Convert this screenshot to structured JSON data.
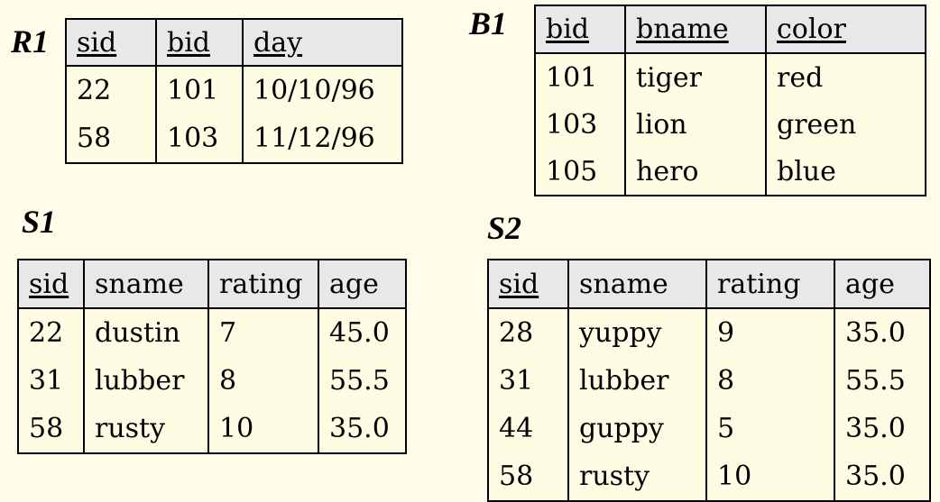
{
  "tables": {
    "r1": {
      "name": "R1",
      "headers": [
        "sid",
        "bid",
        "day"
      ],
      "keys": [
        true,
        true,
        true
      ],
      "rows": [
        [
          "22",
          "101",
          "10/10/96"
        ],
        [
          "58",
          "103",
          "11/12/96"
        ]
      ]
    },
    "b1": {
      "name": "B1",
      "headers": [
        "bid",
        "bname",
        "color"
      ],
      "keys": [
        true,
        true,
        true
      ],
      "rows": [
        [
          "101",
          "tiger",
          "red"
        ],
        [
          "103",
          "lion",
          "green"
        ],
        [
          "105",
          "hero",
          "blue"
        ]
      ]
    },
    "s1": {
      "name": "S1",
      "headers": [
        "sid",
        "sname",
        "rating",
        "age"
      ],
      "keys": [
        true,
        false,
        false,
        false
      ],
      "rows": [
        [
          "22",
          "dustin",
          "7",
          "45.0"
        ],
        [
          "31",
          "lubber",
          "8",
          "55.5"
        ],
        [
          "58",
          "rusty",
          "10",
          "35.0"
        ]
      ]
    },
    "s2": {
      "name": "S2",
      "headers": [
        "sid",
        "sname",
        "rating",
        "age"
      ],
      "keys": [
        true,
        false,
        false,
        false
      ],
      "rows": [
        [
          "28",
          "yuppy",
          "9",
          "35.0"
        ],
        [
          "31",
          "lubber",
          "8",
          "55.5"
        ],
        [
          "44",
          "guppy",
          "5",
          "35.0"
        ],
        [
          "58",
          "rusty",
          "10",
          "35.0"
        ]
      ]
    }
  },
  "colors": {
    "background": "#fffcea",
    "header_fill": "#e8e8e8",
    "border": "#000000"
  }
}
